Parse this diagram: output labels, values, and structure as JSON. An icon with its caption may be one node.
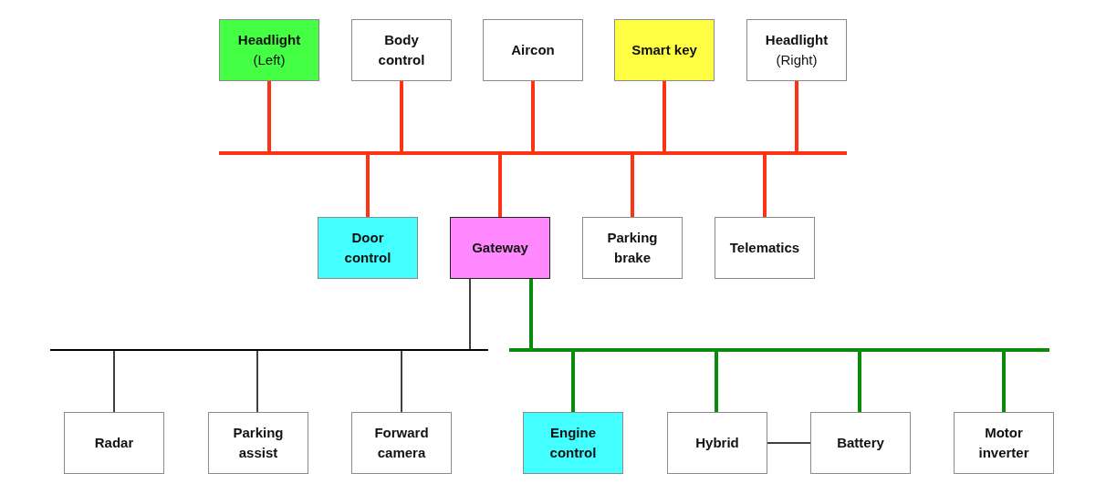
{
  "diagram": {
    "nodes": [
      {
        "text": [
          "Headlight",
          "(Left)"
        ]
      },
      {
        "text": [
          "Body control"
        ]
      },
      {
        "text": [
          "Aircon"
        ]
      },
      {
        "text": [
          "Smart key"
        ]
      },
      {
        "text": [
          "Headlight",
          "(Right)"
        ]
      },
      {
        "text": [],
        "shape": "bar"
      },
      {
        "text": [
          "Door control"
        ]
      },
      {
        "text": [
          "Gateway"
        ]
      },
      {
        "text": [
          "Parking brake"
        ]
      },
      {
        "text": [
          "Telematics"
        ]
      },
      {
        "text": [],
        "shape": "bar"
      },
      {
        "text": [],
        "shape": "bar"
      },
      {
        "text": [
          "Radar"
        ]
      },
      {
        "text": [
          "Parking assist"
        ]
      },
      {
        "text": [
          "Forward camera"
        ]
      },
      {
        "text": [
          "Engine control"
        ]
      },
      {
        "text": [
          "Hybrid"
        ]
      },
      {
        "text": [
          "Battery"
        ]
      },
      {
        "text": [
          "Motor inverter"
        ]
      }
    ],
    "edges": [
      {
        "from": 0,
        "to": 5,
        "arrow": "none"
      },
      {
        "from": 1,
        "to": 5,
        "arrow": "none"
      },
      {
        "from": 2,
        "to": 5,
        "arrow": "none"
      },
      {
        "from": 3,
        "to": 5,
        "arrow": "none"
      },
      {
        "from": 4,
        "to": 5,
        "arrow": "none"
      },
      {
        "from": 5,
        "to": 6,
        "arrow": "none"
      },
      {
        "from": 5,
        "to": 7,
        "arrow": "none"
      },
      {
        "from": 5,
        "to": 8,
        "arrow": "none"
      },
      {
        "from": 5,
        "to": 9,
        "arrow": "none"
      },
      {
        "from": 7,
        "to": 10,
        "arrow": "none",
        "color": "#000000"
      },
      {
        "from": 7,
        "to": 11,
        "arrow": "none",
        "color": "#0a8a0a"
      },
      {
        "from": 10,
        "to": 12,
        "arrow": "none",
        "color": "#000000"
      },
      {
        "from": 10,
        "to": 13,
        "arrow": "none",
        "color": "#000000"
      },
      {
        "from": 10,
        "to": 14,
        "arrow": "none",
        "color": "#000000"
      },
      {
        "from": 11,
        "to": 15,
        "arrow": "none",
        "color": "#0a8a0a"
      },
      {
        "from": 11,
        "to": 16,
        "arrow": "none",
        "color": "#0a8a0a"
      },
      {
        "from": 11,
        "to": 17,
        "arrow": "none",
        "color": "#0a8a0a"
      },
      {
        "from": 11,
        "to": 18,
        "arrow": "none",
        "color": "#0a8a0a"
      },
      {
        "from": 16,
        "to": 17,
        "arrow": "none",
        "color": "#000000"
      }
    ]
  }
}
